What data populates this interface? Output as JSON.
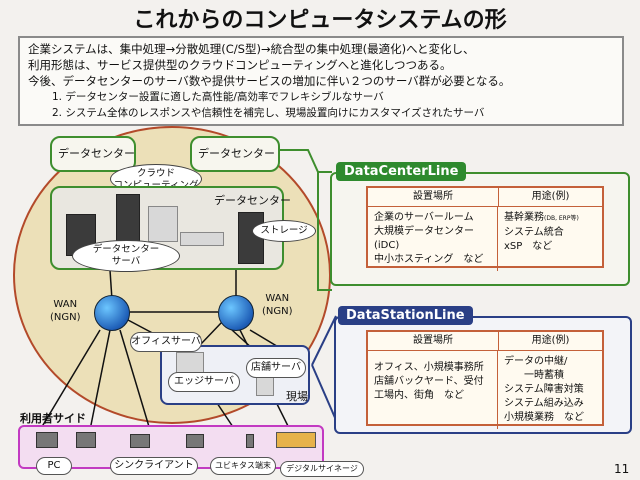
{
  "title": "これからのコンピュータシステムの形",
  "intro": {
    "line1": "企業システムは、集中処理→分散処理(C/S型)→統合型の集中処理(最適化)へと変化し、",
    "line2": "利用形態は、サービス提供型のクラウドコンピューティングへと進化しつつある。",
    "line3": "今後、データセンターのサーバ数や提供サービスの増加に伴い２つのサーバ群が必要となる。",
    "point1": "1. データセンター設置に適した高性能/高効率でフレキシブルなサーバ",
    "point2": "2. システム全体のレスポンスや信頼性を補完し、現場設置向けにカスタマイズされたサーバ"
  },
  "diagram": {
    "dc_left": "データセンター",
    "dc_right": "データセンター",
    "cloud": "クラウド\nコンピューティング",
    "dc_main": "データセンター",
    "storage": "ストレージ",
    "dc_server": "データセンター\nサーバ",
    "wan_left": "WAN\n(NGN)",
    "wan_right": "WAN\n(NGN)",
    "office_server": "オフィスサーバ",
    "store_server": "店舗サーバ",
    "edge_server": "エッジサーバ",
    "site": "現場",
    "user_side": "利用者サイド",
    "pc": "PC",
    "thin_client": "シンクライアント",
    "ubiquitous": "ユビキタス端末",
    "signage": "デジタルサイネージ"
  },
  "dcline": {
    "tag": "DataCenterLine",
    "col1_header": "設置場所",
    "col2_header": "用途(例)",
    "col1_l1": "企業のサーバールーム",
    "col1_l2": "大規模データセンター",
    "col1_l3": "(iDC)",
    "col1_l4": "中小ホスティング　など",
    "col2_l1": "基幹業務",
    "col2_l1_small": "(DB, ERP等)",
    "col2_l2": "システム統合",
    "col2_l3": "xSP　など"
  },
  "dsline": {
    "tag": "DataStationLine",
    "col1_header": "設置場所",
    "col2_header": "用途(例)",
    "col1_l1": "オフィス、小規模事務所",
    "col1_l2": "店舗バックヤード、受付",
    "col1_l3": "工場内、街角　など",
    "col2_l1": "データの中継/",
    "col2_l2": "一時蓄積",
    "col2_l3": "システム障害対策",
    "col2_l4": "システム組み込み",
    "col2_l5": "小規模業務　など"
  },
  "page_number": "11",
  "colors": {
    "green": "#3e8e2e",
    "blue": "#2a3f86",
    "orange": "#c4603a",
    "magenta": "#c23ac2",
    "circle": "#e8d9a8"
  }
}
